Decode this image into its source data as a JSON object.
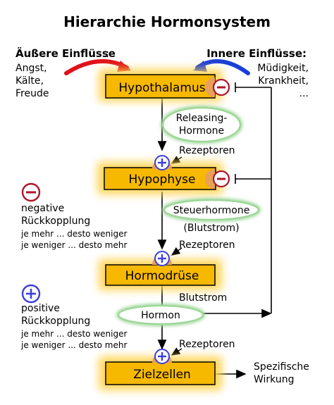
{
  "title": "Hierarchie Hormonsystem",
  "external": {
    "heading": "Äußere Einflüsse",
    "items": [
      "Angst,",
      "Kälte,",
      "Freude"
    ]
  },
  "internal": {
    "heading": "Innere Einflüsse:",
    "items": [
      "Müdigkeit,",
      "Krankheit,",
      "..."
    ]
  },
  "boxes": {
    "hypothalamus": "Hypothalamus",
    "hypophyse": "Hypophyse",
    "hormondruese": "Hormodrüse",
    "zielzellen": "Zielzellen"
  },
  "messengers": {
    "releasing_line1": "Releasing-",
    "releasing_line2": "Hormone",
    "steuerhormone": "Steuerhormone",
    "blutstrom_paren": "(Blutstrom)",
    "blutstrom": "Blutstrom",
    "hormon": "Hormon"
  },
  "receptor_label": "Rezeptoren",
  "legend": {
    "negative_title_1": "negative",
    "negative_title_2": "Rückkopplung",
    "negative_desc_1": "je mehr ... desto weniger",
    "negative_desc_2": "je weniger ... desto mehr",
    "positive_title_1": "positive",
    "positive_title_2": "Rückkopplung",
    "positive_desc_1": "je mehr ... desto weniger",
    "positive_desc_2": "je weniger ... desto mehr"
  },
  "output": {
    "line1": "Spezifische",
    "line2": "Wirkung"
  },
  "colors": {
    "box_fill": "#f7b800",
    "box_glow": "#ffd24a",
    "green_ellipse": "#9fd79a",
    "red_arrow": "#e0121b",
    "blue_arrow": "#1a3fd8",
    "neg_red": "#b0132b",
    "pos_blue": "#3a3fe0"
  }
}
